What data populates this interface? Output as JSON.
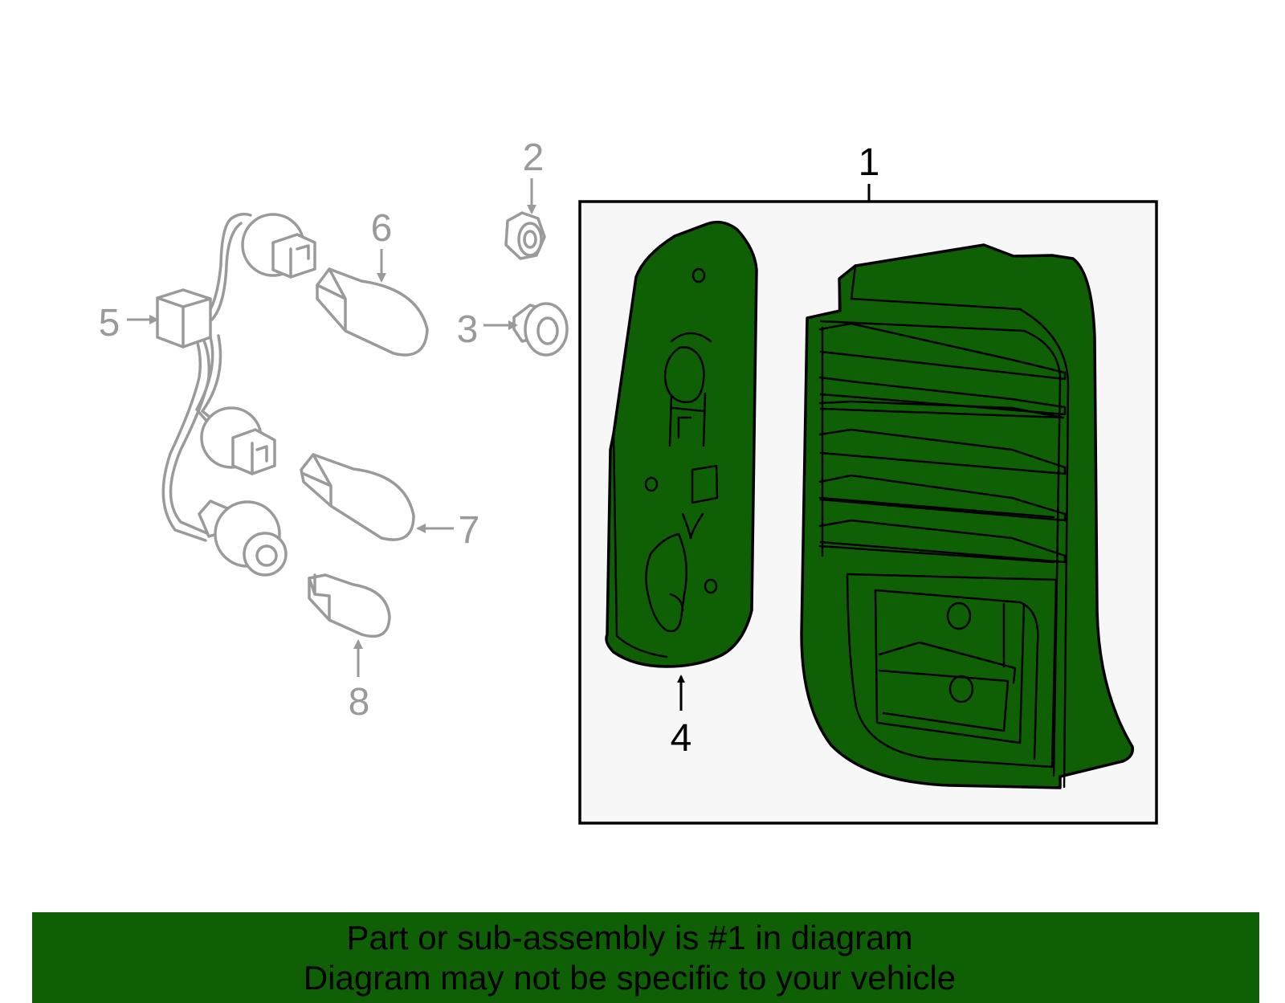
{
  "colors": {
    "highlight_green": "#0f5f05",
    "parts_gray": "#9a9a9a",
    "box_background": "#f7f7f7",
    "banner_green": "#0f5f05"
  },
  "callouts": [
    {
      "number": "1",
      "role": "main-assembly"
    },
    {
      "number": "2",
      "role": "sub-part"
    },
    {
      "number": "3",
      "role": "sub-part"
    },
    {
      "number": "4",
      "role": "sub-part"
    },
    {
      "number": "5",
      "role": "sub-part"
    },
    {
      "number": "6",
      "role": "sub-part"
    },
    {
      "number": "7",
      "role": "sub-part"
    },
    {
      "number": "8",
      "role": "sub-part"
    }
  ],
  "banner": {
    "line1": "Part or sub-assembly is #1 in diagram",
    "line2": "Diagram may not be specific to your vehicle"
  }
}
